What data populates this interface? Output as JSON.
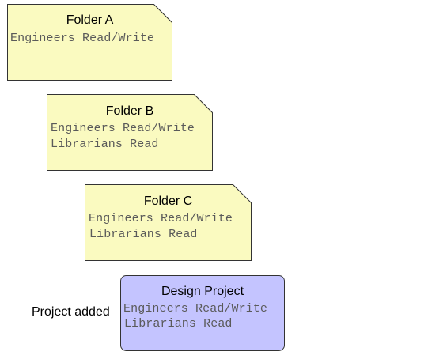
{
  "colors": {
    "folder_fill": "#fafac0",
    "project_fill": "#c4c4ff",
    "border": "#333333",
    "permission_text": "#5a5a5a"
  },
  "nodes": [
    {
      "title": "Folder A",
      "shape": "folded-corner-note",
      "permissions": [
        "Engineers Read/Write"
      ]
    },
    {
      "title": "Folder B",
      "shape": "folded-corner-note",
      "permissions": [
        "Engineers Read/Write",
        "Librarians Read"
      ]
    },
    {
      "title": "Folder C",
      "shape": "folded-corner-note",
      "permissions": [
        "Engineers Read/Write",
        "Librarians Read"
      ]
    },
    {
      "title": "Design Project",
      "shape": "rounded-rectangle",
      "permissions": [
        "Engineers Read/Write",
        "Librarians Read"
      ]
    }
  ],
  "annotation": "Project added"
}
